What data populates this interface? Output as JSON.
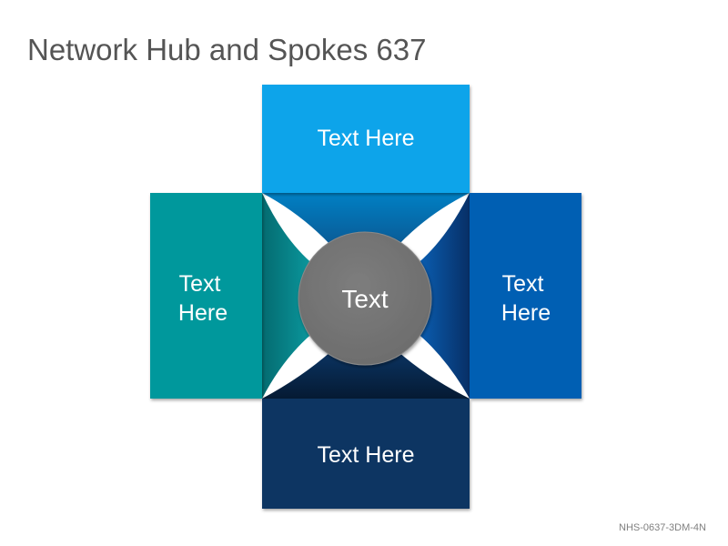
{
  "title": "Network Hub and Spokes 637",
  "hub": {
    "label": "Text",
    "color": "#767676"
  },
  "spokes": {
    "top": {
      "label": "Text Here",
      "color": "#0ba4ea"
    },
    "left": {
      "label_line1": "Text",
      "label_line2": "Here",
      "color": "#05989c"
    },
    "right": {
      "label_line1": "Text",
      "label_line2": "Here",
      "color": "#065fb3"
    },
    "bottom": {
      "label": "Text Here",
      "color": "#0b3462"
    }
  },
  "footer": {
    "code": "NHS-0637-3DM-4N"
  }
}
